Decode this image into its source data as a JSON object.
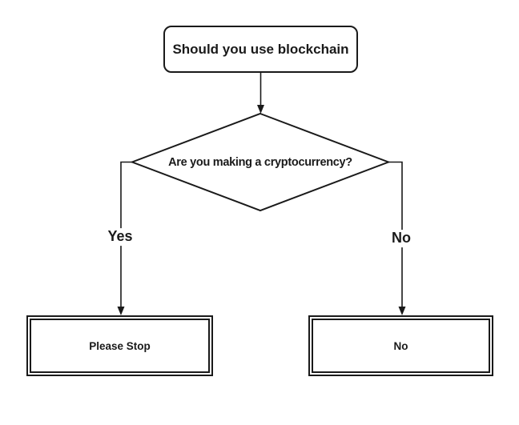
{
  "diagram": {
    "colors": {
      "stroke": "#1a1a1a",
      "text": "#1a1a1a",
      "node_fill": "#ffffff",
      "background": "#ffffff"
    },
    "nodes": {
      "start": {
        "label": "Should you use blockchain",
        "shape": "rounded-rectangle"
      },
      "decision": {
        "label": "Are you making a cryptocurrency?",
        "shape": "diamond"
      },
      "outcome_yes": {
        "label": "Please Stop",
        "shape": "double-border-rectangle"
      },
      "outcome_no": {
        "label": "No",
        "shape": "double-border-rectangle"
      }
    },
    "edges": {
      "start_to_decision": {
        "label": "",
        "from": "start",
        "to": "decision"
      },
      "yes_branch": {
        "label": "Yes",
        "from": "decision",
        "to": "outcome_yes"
      },
      "no_branch": {
        "label": "No",
        "from": "decision",
        "to": "outcome_no"
      }
    }
  }
}
